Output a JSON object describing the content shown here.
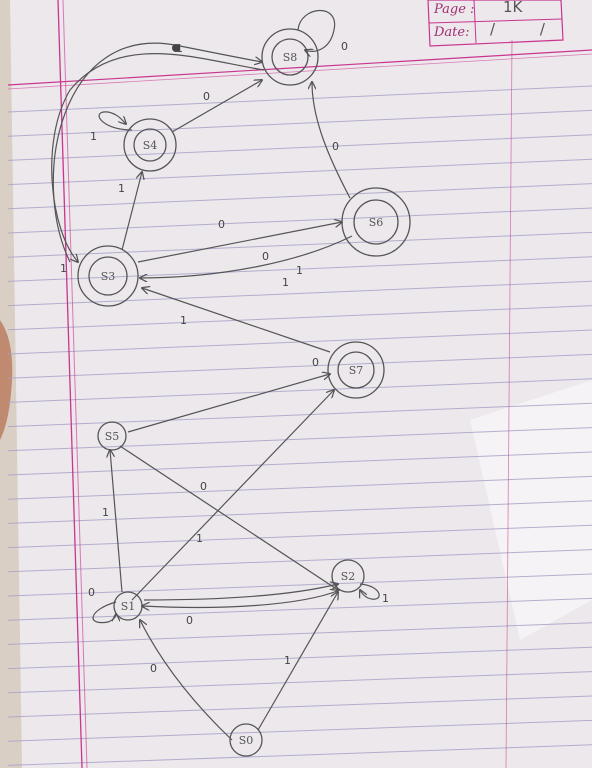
{
  "header": {
    "page_label": "Page :",
    "page_value": "1K",
    "date_label": "Date:",
    "date_value": "/ /"
  },
  "states": [
    {
      "id": "s0",
      "label": "S0"
    },
    {
      "id": "s1",
      "label": "S1"
    },
    {
      "id": "s2",
      "label": "S2"
    },
    {
      "id": "s3",
      "label": "S3"
    },
    {
      "id": "s4",
      "label": "S4"
    },
    {
      "id": "s5",
      "label": "S5"
    },
    {
      "id": "s6",
      "label": "S6"
    },
    {
      "id": "s7",
      "label": "S7"
    },
    {
      "id": "s8",
      "label": "S8"
    }
  ],
  "edge_labels": [
    "0",
    "1",
    "0",
    "1",
    "0",
    "1",
    "1",
    "0",
    "1",
    "0",
    "1",
    "1",
    "0",
    "0",
    "1",
    "0",
    "1",
    "1",
    "0",
    "0",
    "1"
  ],
  "colors": {
    "ink": "#555555",
    "margin": "#c9358f",
    "rule": "#a9a3c9",
    "paper": "#ece8ec"
  }
}
